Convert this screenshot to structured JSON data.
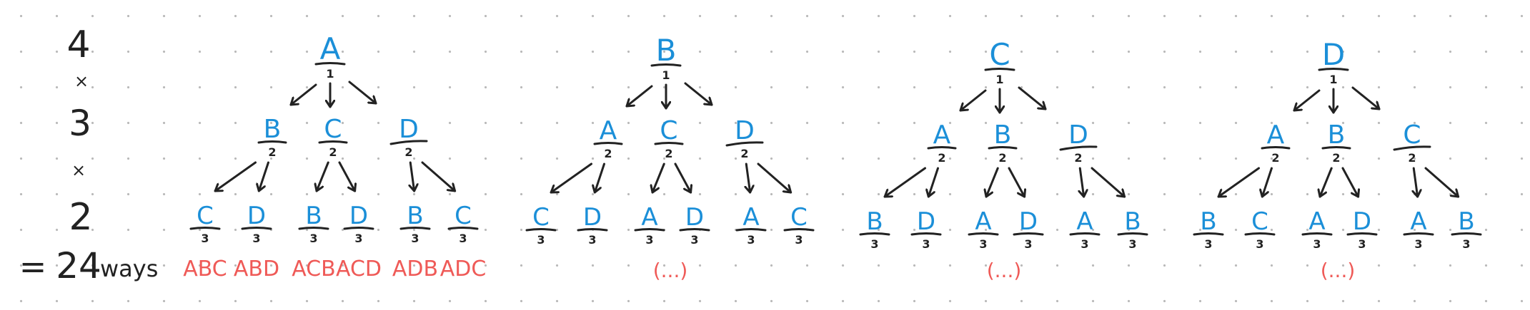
{
  "colors": {
    "letter": "#1b8fd8",
    "result": "#ef5a57",
    "ink": "#222222",
    "grid_dot": "#b9b9b9"
  },
  "formula": {
    "factor1": "4",
    "times1": "×",
    "factor2": "3",
    "times2": "×",
    "factor3": "2",
    "equals": "=",
    "total": "24",
    "unit": "ways"
  },
  "levels": {
    "first": "1",
    "second": "2",
    "third": "3"
  },
  "trees": [
    {
      "root": "A",
      "children": [
        "B",
        "C",
        "D"
      ],
      "leaves": [
        "C",
        "D",
        "B",
        "D",
        "B",
        "C"
      ],
      "results": [
        "ABC",
        "ABD",
        "ACB",
        "ACD",
        "ADB",
        "ADC"
      ]
    },
    {
      "root": "B",
      "children": [
        "A",
        "C",
        "D"
      ],
      "leaves": [
        "C",
        "D",
        "A",
        "D",
        "A",
        "C"
      ],
      "ellipsis": "(...)"
    },
    {
      "root": "C",
      "children": [
        "A",
        "B",
        "D"
      ],
      "leaves": [
        "B",
        "D",
        "A",
        "D",
        "A",
        "B"
      ],
      "ellipsis": "(...)"
    },
    {
      "root": "D",
      "children": [
        "A",
        "B",
        "C"
      ],
      "leaves": [
        "B",
        "C",
        "A",
        "D",
        "A",
        "B"
      ],
      "ellipsis": "(...)"
    }
  ]
}
